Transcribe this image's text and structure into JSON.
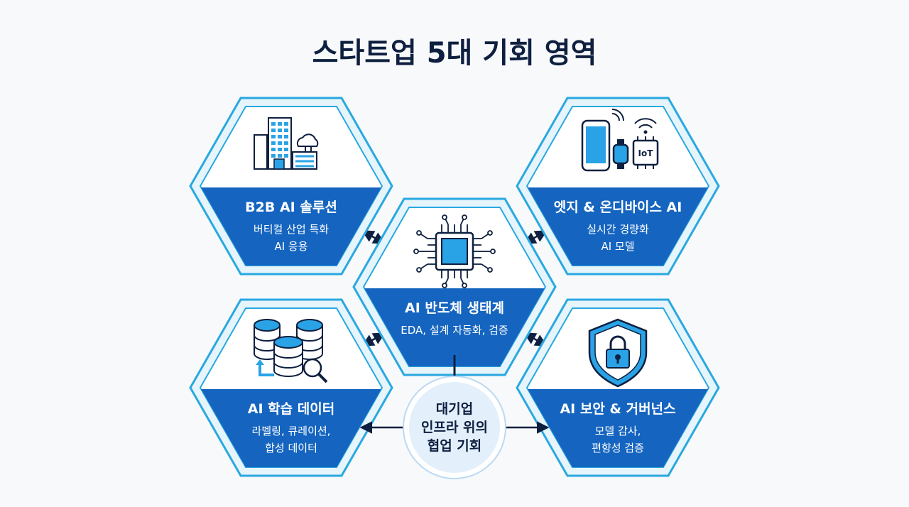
{
  "title": "스타트업 5대 기회 영역",
  "hexagons": [
    {
      "id": "b2b",
      "title": "B2B AI 솔루션",
      "lines": [
        "버티컬 산업 특화",
        "AI 응용"
      ],
      "icon": "office-building-icon"
    },
    {
      "id": "edge",
      "title": "엣지 & 온디바이스 AI",
      "lines": [
        "실시간 경량화",
        "AI 모델"
      ],
      "icon": "edge-devices-icon",
      "icon_label": "IoT"
    },
    {
      "id": "semi",
      "title": "AI 반도체 생태계",
      "lines": [
        "EDA, 설계 자동화, 검증"
      ],
      "icon": "chip-icon"
    },
    {
      "id": "data",
      "title": "AI 학습 데이터",
      "lines": [
        "라벨링, 큐레이션,",
        "합성 데이터"
      ],
      "icon": "database-icon"
    },
    {
      "id": "security",
      "title": "AI 보안 & 거버넌스",
      "lines": [
        "모델 감사,",
        "편향성 검증"
      ],
      "icon": "shield-lock-icon"
    }
  ],
  "center": {
    "lines": [
      "대기업",
      "인프라 위의",
      "협업 기회"
    ]
  },
  "colors": {
    "primary": "#1565c0",
    "hex_border": "#29a8e0",
    "hex_outer": "#e6f4fb",
    "hex_inner": "#ffffff",
    "icon_accent": "#2aa3e6",
    "dark": "#0e1f3f",
    "center_fill": "#e3f0fb"
  }
}
